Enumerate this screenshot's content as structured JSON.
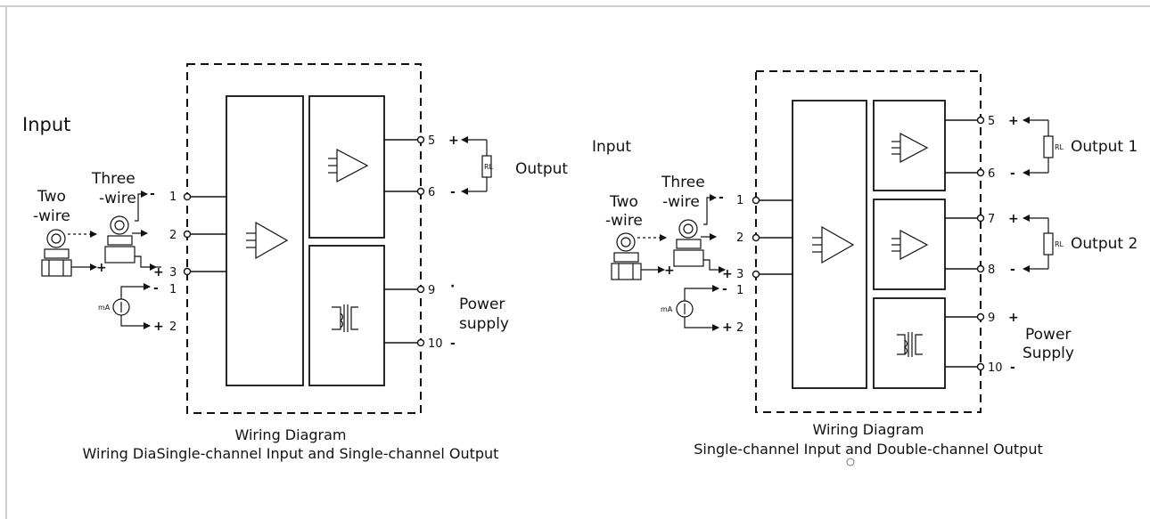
{
  "left": {
    "input_label": "Input",
    "two_wire": [
      "Two",
      "-wire"
    ],
    "three_wire": [
      "Three",
      "-wire"
    ],
    "terminals_input": [
      "1",
      "2",
      "3"
    ],
    "terminals_current": [
      "1",
      "2"
    ],
    "terminals_output": [
      "5",
      "6"
    ],
    "terminals_power": [
      "9",
      "10"
    ],
    "ma_label": "mA",
    "rl_label": "RL",
    "output_label": "Output",
    "power_label": [
      "Power",
      "supply"
    ],
    "caption_line1": "Wiring Diagram",
    "caption_line2": "Wiring DiaSingle-channel Input and Single-channel Output"
  },
  "right": {
    "input_label": "Input",
    "two_wire": [
      "Two",
      "-wire"
    ],
    "three_wire": [
      "Three",
      "-wire"
    ],
    "terminals_input": [
      "1",
      "2",
      "3"
    ],
    "terminals_current": [
      "1",
      "2"
    ],
    "terminals_output1": [
      "5",
      "6"
    ],
    "terminals_output2": [
      "7",
      "8"
    ],
    "terminals_power": [
      "9",
      "10"
    ],
    "ma_label": "mA",
    "rl_label": "RL",
    "output1_label": "Output 1",
    "output2_label": "Output 2",
    "power_label": [
      "Power",
      "Supply"
    ],
    "caption_line1": "Wiring Diagram",
    "caption_line2": "Single-channel Input and Double-channel Output"
  },
  "signs": {
    "plus": "+",
    "minus": "-"
  }
}
